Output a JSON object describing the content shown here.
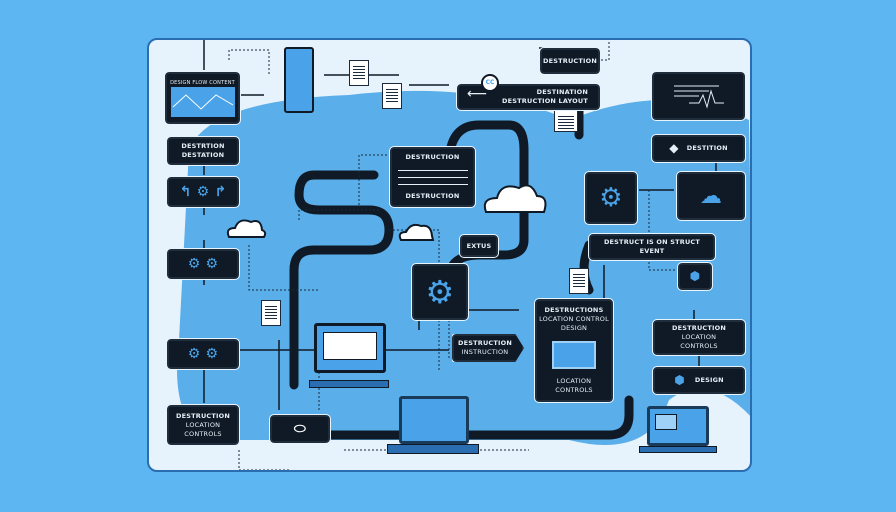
{
  "diagram": {
    "top_left_monitor": "DESIGN FLOW CONTENT",
    "left_box_1": [
      "DESTRTION",
      "DESTATION"
    ],
    "left_bottom_box": [
      "DESTRUCTION",
      "LOCATION",
      "CONTROLS"
    ],
    "top_box": "DESTRUCTION",
    "layout_box": [
      "DESTINATION",
      "DESTRUCTION LAYOUT"
    ],
    "layout_badge": "CC",
    "sliders_box": [
      "DESTRUCTION",
      "DESTRUCTION"
    ],
    "right_box_1": "DESTITION",
    "event_box": "DESTRUCT IS ON STRUCT EVENT",
    "status_box": "EXTUS",
    "arrow_box": [
      "DESTRUCTION",
      "INSTRUCTION"
    ],
    "tall_panel_top": [
      "DESTRUCTIONS",
      "LOCATION CONTROL",
      "DESIGN"
    ],
    "tall_panel_bottom": [
      "LOCATION",
      "CONTROLS"
    ],
    "right_box_2": [
      "DESTRUCTION",
      "LOCATION",
      "CONTROLS"
    ],
    "design_box": "DESIGN"
  },
  "colors": {
    "background": "#5db6f1",
    "panel": "#e6f3fc",
    "node": "#0f1a26",
    "accent": "#4aa3e8"
  }
}
